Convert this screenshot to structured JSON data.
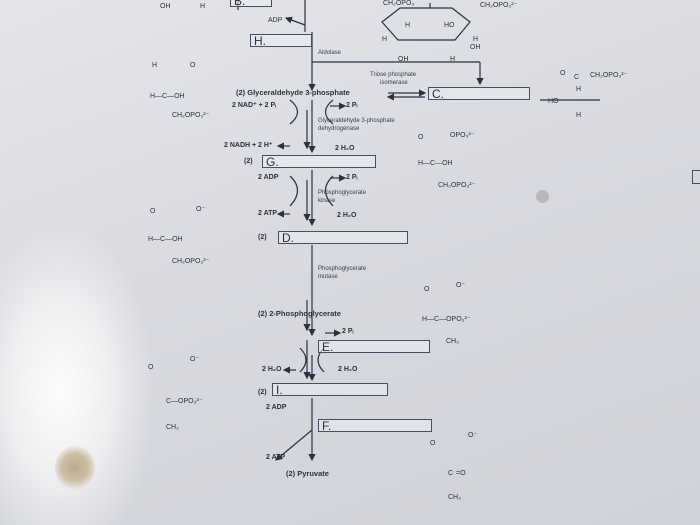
{
  "enzymes": {
    "aldolase": "Aldolase",
    "tpi": [
      "Triose phosphate",
      "isomerase"
    ],
    "gapdh": [
      "Glyceraldehyde 3-phosphate",
      "dehydrogenase"
    ],
    "pgk": [
      "Phosphoglycerate",
      "kinase"
    ],
    "pgm": [
      "Phosphoglycerate",
      "mutase"
    ]
  },
  "metabolites": {
    "g3p": "(2) Glyceraldehyde 3-phosphate",
    "pg2": "(2) 2-Phosphoglycerate",
    "pyruvate": "(2) Pyruvate"
  },
  "cofactors": {
    "adp_top": "ADP",
    "nad": "2 NAD⁺ + 2 Pᵢ",
    "pi_gapdh": "2 Pᵢ",
    "nadh": "2 NADH + 2 H⁺",
    "h2o_1": "2 H₂O",
    "adp_1": "2 ADP",
    "pi_pgk": "2 Pᵢ",
    "atp_1": "2 ATP",
    "h2o_2": "2 H₂O",
    "pi_pgm": "2 Pᵢ",
    "h2o_3": "2 H₂O",
    "h2o_4": "2 H₂O",
    "adp_2": "2 ADP",
    "atp_2": "2 ATP"
  },
  "answer_boxes": {
    "h": "H.",
    "c": "C.",
    "g": "G.",
    "d": "D.",
    "e": "E.",
    "i": "I.",
    "f": "F."
  },
  "counts": {
    "g": "(2)",
    "d": "(2)",
    "i": "(2)"
  },
  "top_crop": {
    "b": "B.",
    "oh": "OH",
    "h": "H"
  },
  "ring": {
    "ch2opo3_l": "CH₂OPO₃",
    "ch2opo3_r": "CH₂OPO₃²⁻",
    "h1": "H",
    "h2": "H",
    "ho": "HO",
    "h3": "H",
    "oh1": "OH",
    "oh2": "OH",
    "h4": "H"
  },
  "structures": {
    "dhap": {
      "ch2opo3": "CH₂OPO₃²⁻",
      "c": "C",
      "o": "O",
      "ho": "HO",
      "h1": "H",
      "h2": "H"
    },
    "g3p": {
      "h": "H",
      "o": "O",
      "c": "H—C—OH",
      "ch2": "CH₂OPO₃²⁻"
    },
    "bpg": {
      "o": "O",
      "opo3": "OPO₃²⁻",
      "c": "H—C—OH",
      "ch2": "CH₂OPO₃²⁻"
    },
    "pg3": {
      "o": "O",
      "o2": "O⁻",
      "c": "H—C—OH",
      "ch2": "CH₂OPO₃²⁻"
    },
    "pg2": {
      "o": "O",
      "o2": "O⁻",
      "c": "H—C—OPO₃²⁻",
      "ch3": "CH₃"
    },
    "pep": {
      "o": "O",
      "o2": "O⁻",
      "c": "C—OPO₃²⁻",
      "ch2": "CH₂"
    },
    "pyr": {
      "o": "O",
      "o2": "O⁻",
      "c": "C",
      "co": "=O",
      "ch3": "CH₃"
    }
  }
}
